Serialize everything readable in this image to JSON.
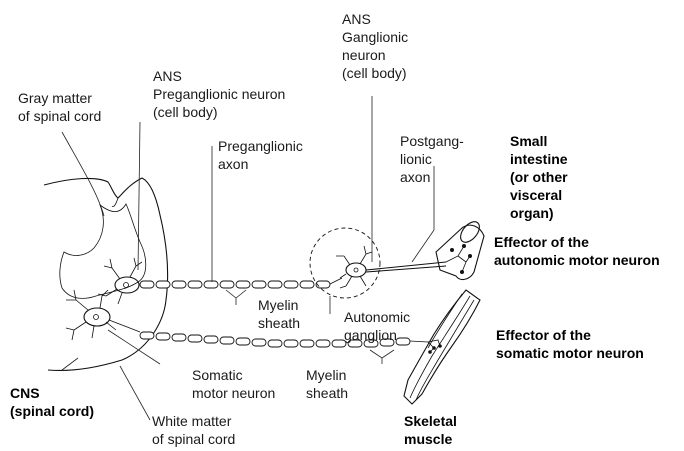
{
  "labels": {
    "gray_matter": "Gray matter\nof spinal cord",
    "ans_preganglionic": "ANS\nPreganglionic neuron\n(cell body)",
    "preganglionic_axon": "Preganglionic\naxon",
    "ans_ganglionic": "ANS\nGanglionic\nneuron\n(cell body)",
    "postganglionic_axon": "Postgang-\nlionic\naxon",
    "small_intestine": "Small\nintestine\n(or other\nvisceral\norgan)",
    "effector_autonomic": "Effector of the\nautonomic motor neuron",
    "myelin_sheath_upper": "Myelin\nsheath",
    "autonomic_ganglion": "Autonomic\nganglion",
    "effector_somatic": "Effector of the\nsomatic motor neuron",
    "somatic_motor_neuron": "Somatic\nmotor neuron",
    "myelin_sheath_lower": "Myelin\nsheath",
    "cns": "CNS\n(spinal cord)",
    "white_matter": "White matter\nof spinal cord",
    "skeletal_muscle": "Skeletal\nmuscle"
  }
}
